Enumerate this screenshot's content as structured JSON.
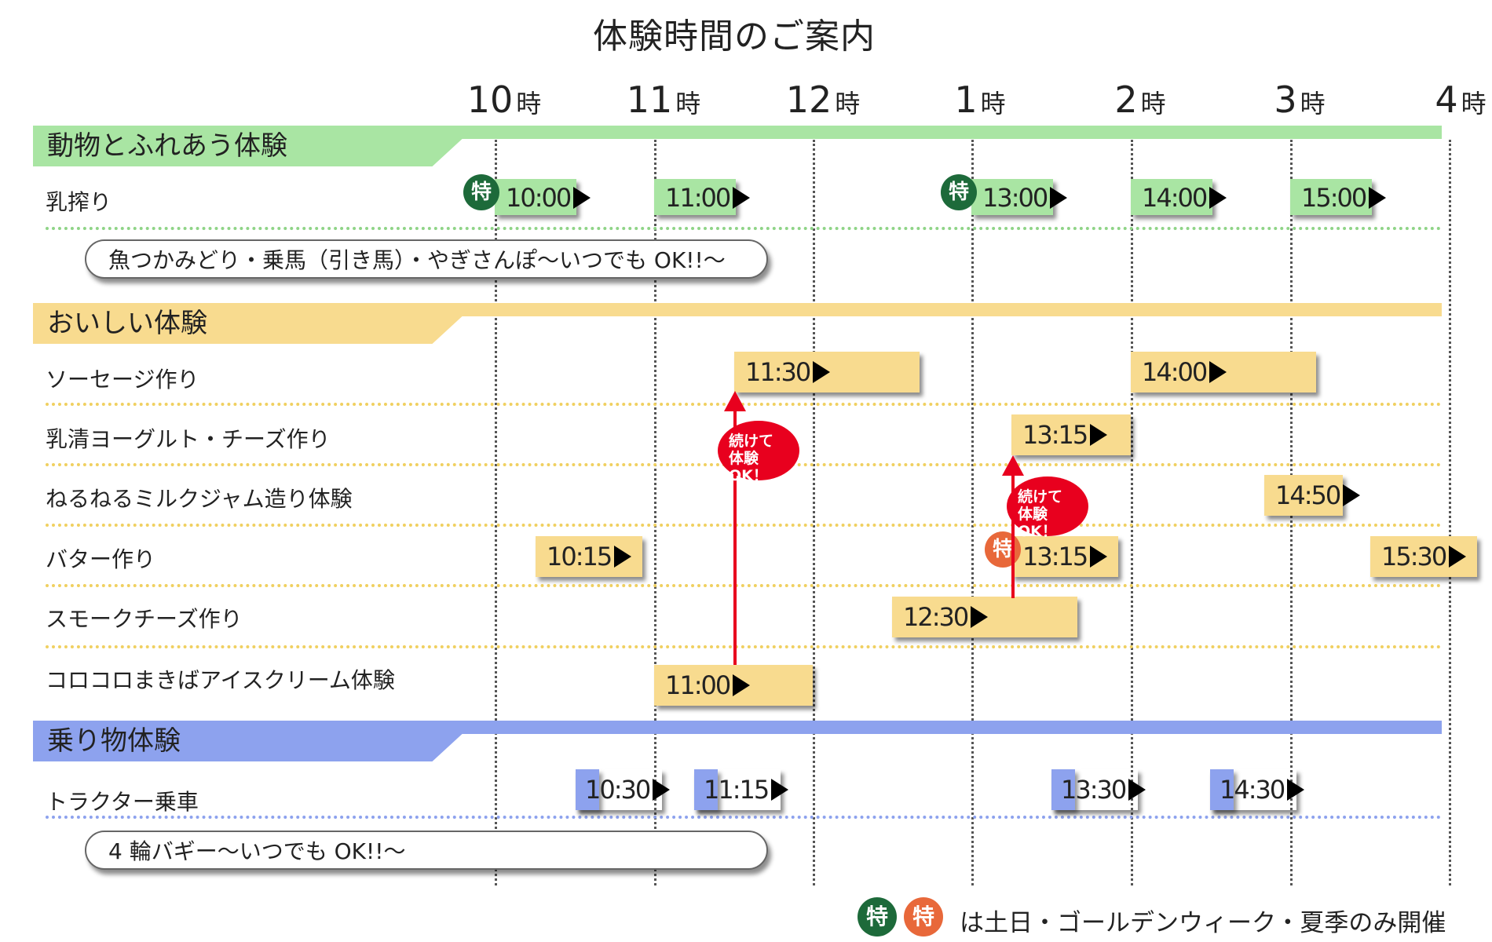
{
  "title": "体験時間のご案内",
  "hours": [
    {
      "num": "10",
      "suffix": "時"
    },
    {
      "num": "11",
      "suffix": "時"
    },
    {
      "num": "12",
      "suffix": "時"
    },
    {
      "num": "1",
      "suffix": "時"
    },
    {
      "num": "2",
      "suffix": "時"
    },
    {
      "num": "3",
      "suffix": "時"
    },
    {
      "num": "4",
      "suffix": "時"
    }
  ],
  "categories": {
    "animal": {
      "label": "動物とふれあう体験",
      "color": "#a9e5a3"
    },
    "tasty": {
      "label": "おいしい体験",
      "color": "#f8db8f"
    },
    "ride": {
      "label": "乗り物体験",
      "color": "#8da2ee"
    }
  },
  "rows": {
    "milking": {
      "label": "乳搾り",
      "slots": [
        "10:00",
        "11:00",
        "13:00",
        "14:00",
        "15:00"
      ]
    },
    "sausage": {
      "label": "ソーセージ作り",
      "slots": [
        "11:30",
        "14:00"
      ]
    },
    "whey": {
      "label": "乳清ヨーグルト・チーズ作り",
      "slots": [
        "13:15"
      ]
    },
    "jam": {
      "label": "ねるねるミルクジャム造り体験",
      "slots": [
        "14:50"
      ]
    },
    "butter": {
      "label": "バター作り",
      "slots": [
        "10:15",
        "13:15",
        "15:30"
      ]
    },
    "smoked": {
      "label": "スモークチーズ作り",
      "slots": [
        "12:30"
      ]
    },
    "icecream": {
      "label": "コロコロまきばアイスクリーム体験",
      "slots": [
        "11:00"
      ]
    },
    "tractor": {
      "label": "トラクター乗車",
      "slots": [
        "10:30",
        "11:15",
        "13:30",
        "14:30"
      ]
    }
  },
  "pills": {
    "animal": "魚つかみどり・乗馬（引き馬）・やぎさんぽ～いつでも OK!!～",
    "ride": "4 輪バギー～いつでも OK!!～"
  },
  "badge_char": "特",
  "badge_colors": {
    "green": "#1d6a3a",
    "orange": "#e8683a"
  },
  "continue_line1": "続けて",
  "continue_line2": "体験 OK！",
  "legend_note": "は土日・ゴールデンウィーク・夏季のみ開催"
}
